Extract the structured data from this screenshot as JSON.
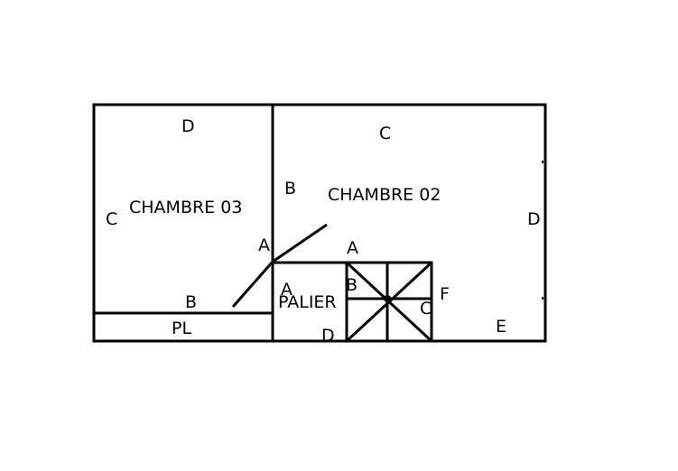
{
  "colors": {
    "line": "#000000",
    "background": "#ffffff"
  },
  "rooms": {
    "chambre_03": "CHAMBRE 03",
    "chambre_02": "CHAMBRE 02",
    "palier": "PALIER",
    "pl": "PL"
  },
  "chambre_03_walls": {
    "top": "D",
    "left": "C",
    "bottom": "B",
    "right": "A"
  },
  "chambre_02_walls": {
    "top": "C",
    "left": "B",
    "right": "D",
    "bottom": "E",
    "corner": "A"
  },
  "palier_walls": {
    "left": "A",
    "right": "B",
    "bottom": "D"
  },
  "stair_walls": {
    "right": "F",
    "inner": "C"
  }
}
